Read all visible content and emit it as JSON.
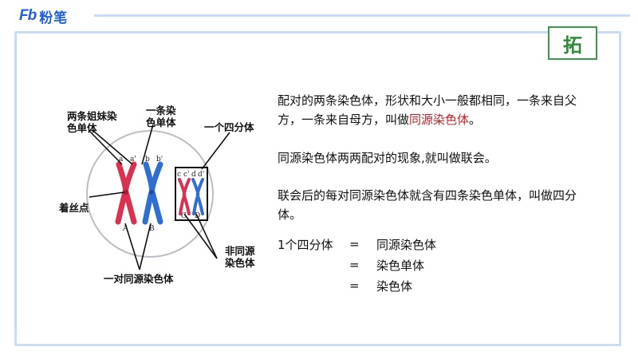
{
  "brand": {
    "mark": "Fb",
    "name": "粉笔"
  },
  "badge": {
    "label": "拓"
  },
  "diagram": {
    "labels": {
      "sister": [
        "两条姐妹染",
        "色单体"
      ],
      "single": [
        "一条染",
        "色单体"
      ],
      "tetrad": "一个四分体",
      "centromere": "着丝点",
      "nonhomologous": [
        "非同源",
        "染色体"
      ],
      "homologous_pair": "一对同源染色体"
    },
    "letters": {
      "a": "a",
      "a_prime": "a'",
      "b": "b",
      "b_prime": "b'",
      "c": "c",
      "c_prime": "c'",
      "d": "d",
      "d_prime": "d'",
      "A": "A",
      "B": "B",
      "C": "C",
      "D": "D"
    },
    "colors": {
      "red": "#d9314f",
      "blue": "#2f6fd1",
      "circle": "#b9bec6"
    }
  },
  "content": {
    "p1_before": "配对的两条染色体，形状和大小一般都相同，一条来自父方，一条来自母方，叫做",
    "p1_highlight": "同源染色体",
    "p1_after": "。",
    "p2": "同源染色体两两配对的现象,就叫做联会。",
    "p3": "联会后的每对同源染色体就含有四条染色单体，叫做四分体。",
    "equation": {
      "left": "1个四分体",
      "sign": "=",
      "items": [
        "同源染色体",
        "染色单体",
        "染色体"
      ]
    }
  }
}
